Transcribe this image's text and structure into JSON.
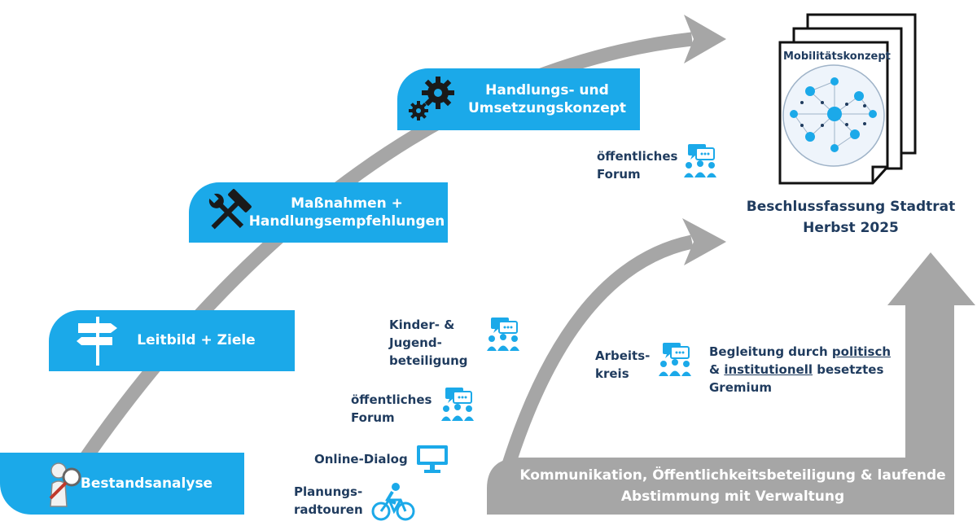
{
  "steps": [
    {
      "label": "Bestandsanalyse",
      "icon": "magnifier-person-icon"
    },
    {
      "label": "Leitbild + Ziele",
      "icon": "signpost-icon"
    },
    {
      "label": "Maßnahmen +\nHandlungsempfehlungen",
      "icon": "hammer-wrench-icon"
    },
    {
      "label": "Handlungs- und\nUmsetzungskonzept",
      "icon": "gears-icon"
    }
  ],
  "participation": {
    "planungsradtouren": "Planungs-\nradtouren",
    "online_dialog": "Online-Dialog",
    "forum_lower": "öffentliches\nForum",
    "kinder": "Kinder- &\nJugend-\nbeteiligung",
    "forum_upper": "öffentliches\nForum",
    "arbeitskreis": "Arbeits-\nkreis"
  },
  "gremium": {
    "part1": "Begleitung durch ",
    "politisch": "politisch",
    "part2": "& ",
    "institutionell": "institutionell",
    "part3": " besetztes",
    "part4": "Gremium"
  },
  "communication": "Kommunikation, Öffentlichkeitsbeteiligung & laufende\nAbstimmung mit Verwaltung",
  "document_title": "Mobilitätskonzept",
  "result": "Beschlussfassung Stadtrat\nHerbst 2025",
  "colors": {
    "accent": "#1ba9e9",
    "text": "#1f3b5e",
    "arrow": "#a6a6a6"
  }
}
